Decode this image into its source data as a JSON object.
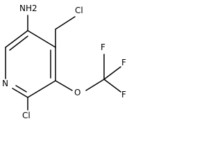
{
  "molecule": {
    "atoms": {
      "nh2": "NH2",
      "cl_methyl": "Cl",
      "n_ring": "N",
      "cl_ring": "Cl",
      "o": "O",
      "f1": "F",
      "f2": "F",
      "f3": "F"
    },
    "colors": {
      "line": "#000000",
      "text": "#000000",
      "background": "#ffffff"
    }
  }
}
